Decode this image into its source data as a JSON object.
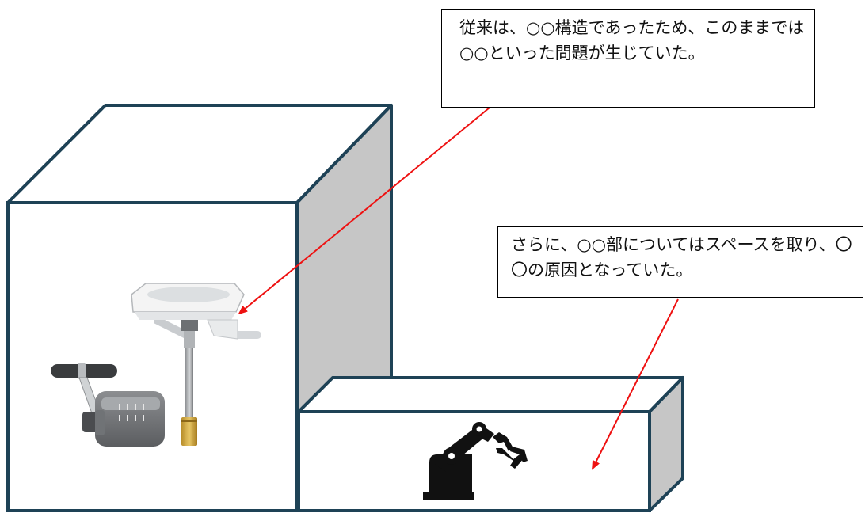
{
  "callouts": {
    "top": "従来は、○○構造であったため、このままでは○○といった問題が生じていた。",
    "right": "さらに、○○部についてはスペースを取り、〇〇の原因となっていた。"
  },
  "colors": {
    "box_outline": "#1e4256",
    "box_side": "#c6c6c6",
    "arrow": "#ee1111",
    "robot": "#111111"
  },
  "icons": {
    "robot": "robot-arm-icon",
    "device": "hand-crank-device-illustration"
  }
}
